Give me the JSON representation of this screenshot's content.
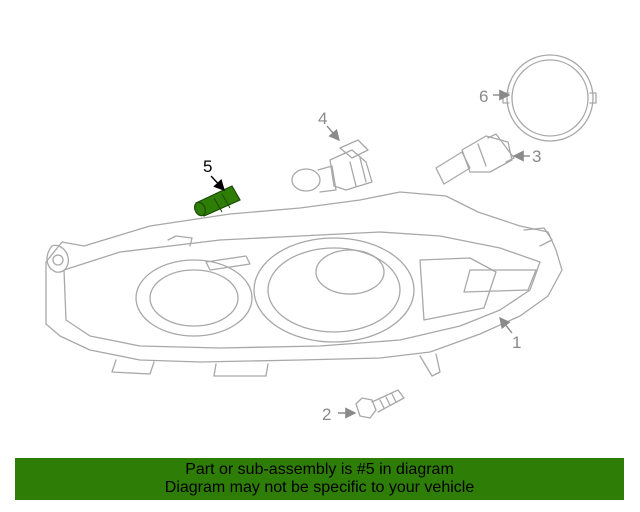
{
  "callouts": {
    "c1": "1",
    "c2": "2",
    "c3": "3",
    "c4": "4",
    "c5": "5",
    "c6": "6"
  },
  "highlight_color": "#2e7d06",
  "banner": {
    "line1": "Part or sub-assembly is #5 in diagram",
    "line2": "Diagram may not be specific to your vehicle"
  }
}
